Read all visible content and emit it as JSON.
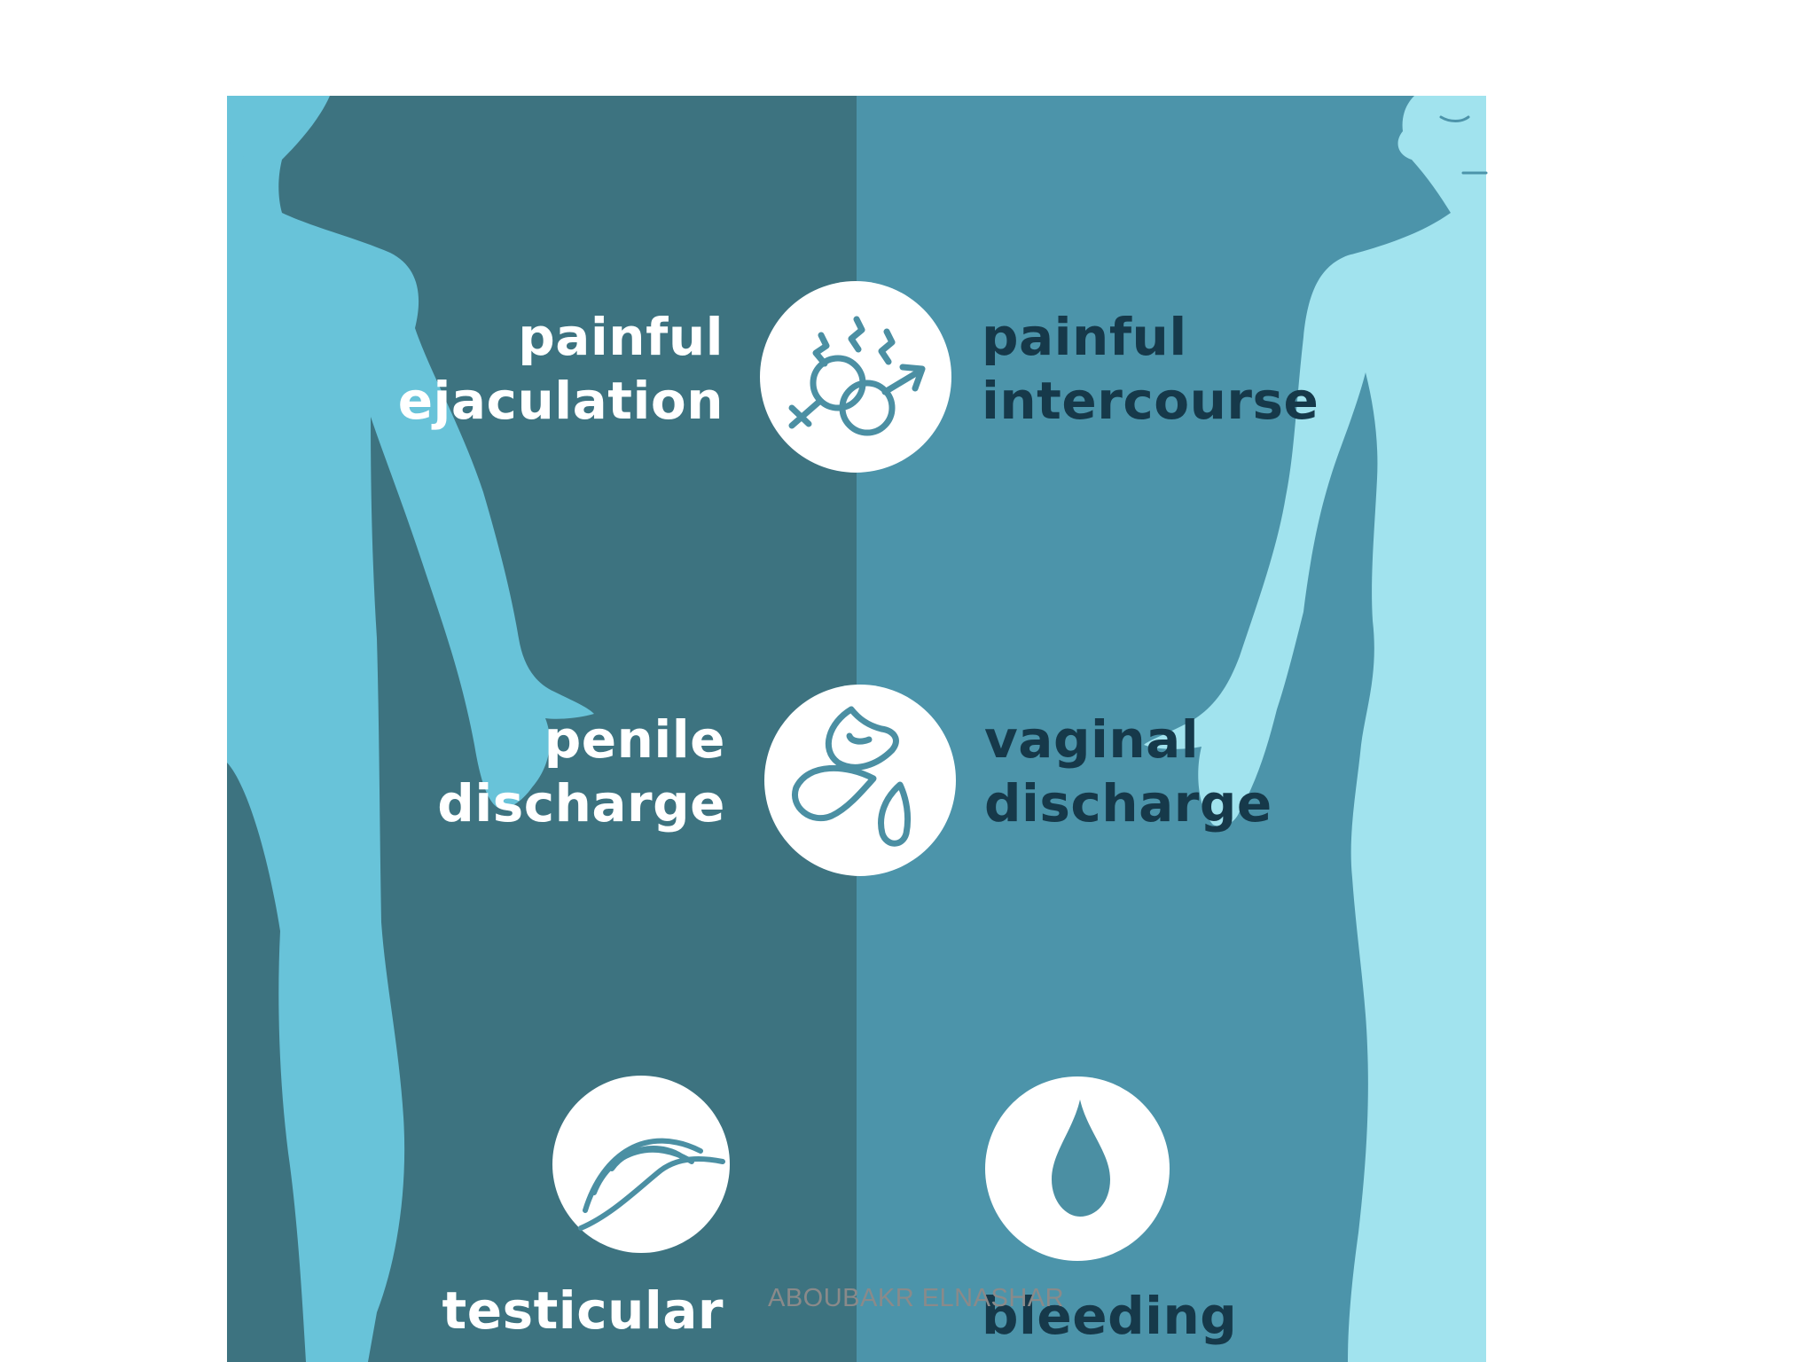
{
  "colors": {
    "page_background": "#ffffff",
    "male_panel": "#3d7380",
    "female_panel": "#4c94aa",
    "male_silhouette": "#68c3d9",
    "female_silhouette": "#a1e3ee",
    "icon_circle": "#ffffff",
    "icon_stroke": "#4b8fa3",
    "male_text": "#ffffff",
    "female_text": "#16394a",
    "watermark": "#8a8a8a"
  },
  "symptoms": {
    "male": [
      {
        "line1": "painful",
        "line2": "ejaculation",
        "icon": "intercourse-pain-icon"
      },
      {
        "line1": "penile",
        "line2": "discharge",
        "icon": "discharge-drops-icon"
      },
      {
        "line1": "testicular",
        "line2": "",
        "icon": "testicle-swelling-icon"
      }
    ],
    "female": [
      {
        "line1": "painful",
        "line2": "intercourse",
        "icon": "intercourse-pain-icon"
      },
      {
        "line1": "vaginal",
        "line2": "discharge",
        "icon": "discharge-drops-icon"
      },
      {
        "line1": "bleeding",
        "line2": "",
        "icon": "blood-drop-icon"
      }
    ]
  },
  "watermark": "ABOUBAKR ELNASHAR"
}
